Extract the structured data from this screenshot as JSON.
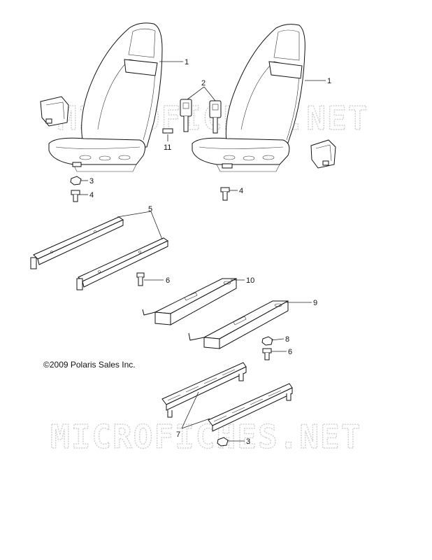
{
  "diagram": {
    "copyright": "©2009 Polaris Sales Inc.",
    "watermark": "MICROFICHES.NET",
    "callouts": [
      {
        "id": "c1a",
        "text": "1"
      },
      {
        "id": "c1b",
        "text": "1"
      },
      {
        "id": "c2",
        "text": "2"
      },
      {
        "id": "c11",
        "text": "11"
      },
      {
        "id": "c3a",
        "text": "3"
      },
      {
        "id": "c4a",
        "text": "4"
      },
      {
        "id": "c4b",
        "text": "4"
      },
      {
        "id": "c5",
        "text": "5"
      },
      {
        "id": "c6a",
        "text": "6"
      },
      {
        "id": "c10",
        "text": "10"
      },
      {
        "id": "c9",
        "text": "9"
      },
      {
        "id": "c8",
        "text": "8"
      },
      {
        "id": "c6b",
        "text": "6"
      },
      {
        "id": "c7",
        "text": "7"
      },
      {
        "id": "c3b",
        "text": "3"
      }
    ]
  }
}
